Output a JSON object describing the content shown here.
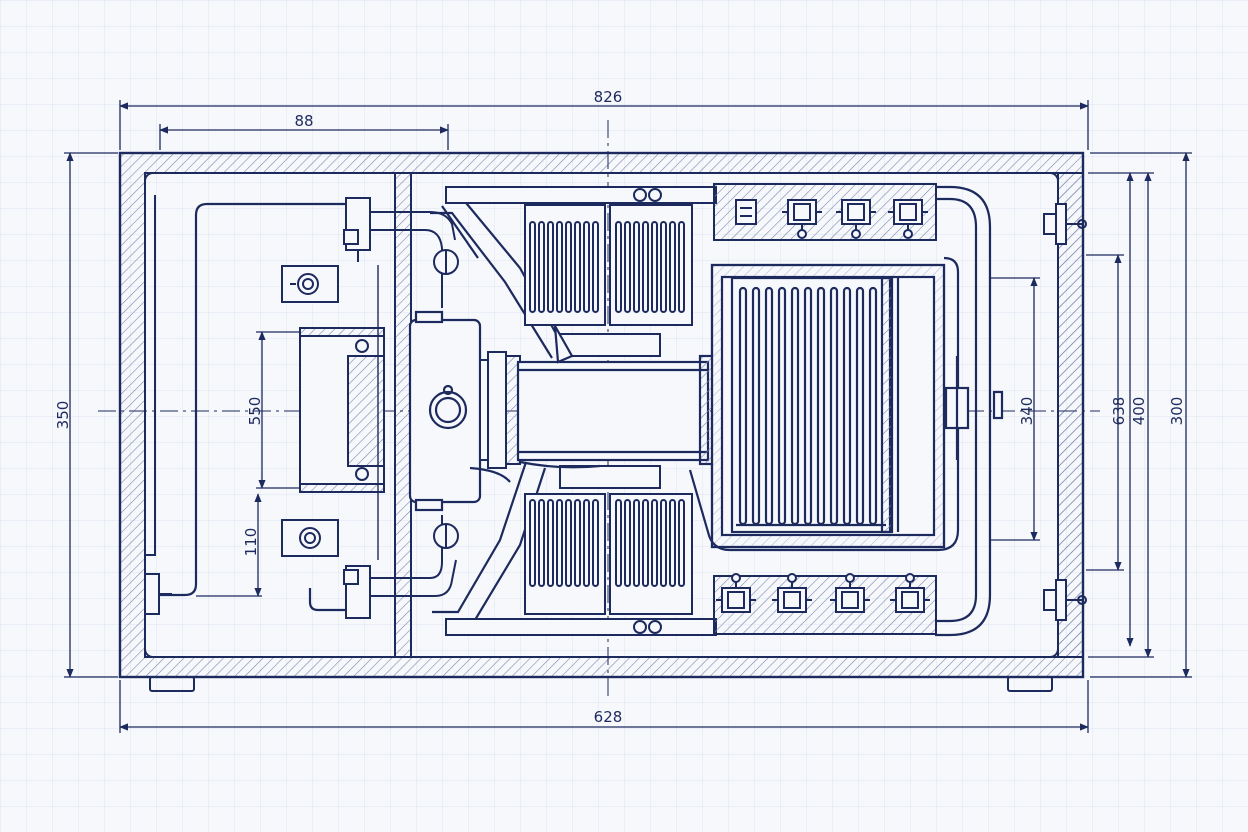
{
  "colors": {
    "background": "#f6f8fc",
    "grid": "#dde3ef",
    "ink": "#1d2a5e",
    "hatch": "#8b96b8"
  },
  "dimensions": {
    "top_overall": "826",
    "top_partial": "88",
    "bottom_overall": "628",
    "left_height": "350",
    "left_inner_upper": "550",
    "left_inner_lower": "110",
    "right_inner": "340",
    "right_a": "638",
    "right_b": "400",
    "right_c": "300"
  }
}
